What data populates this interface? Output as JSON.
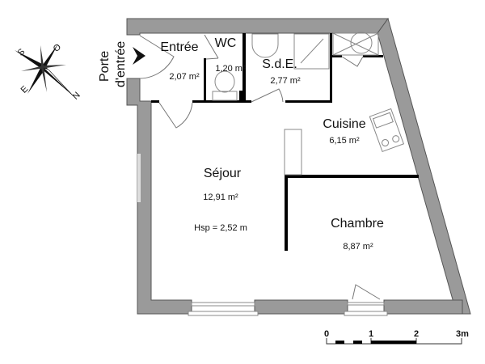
{
  "compass": {
    "north": "N",
    "south": "S",
    "east": "E",
    "west": "O"
  },
  "entrance": {
    "line1": "Porte",
    "line2": "d'entrée"
  },
  "rooms": {
    "entree": {
      "name": "Entrée",
      "area": "2,07 m²"
    },
    "wc": {
      "name": "WC",
      "area": "1,20 m²"
    },
    "sde": {
      "name": "S.d.E.",
      "area": "2,77 m²"
    },
    "cuisine": {
      "name": "Cuisine",
      "area": "6,15 m²"
    },
    "sejour": {
      "name": "Séjour",
      "area": "12,91 m²",
      "ceiling": "Hsp = 2,52 m"
    },
    "chambre": {
      "name": "Chambre",
      "area": "8,87 m²"
    }
  },
  "scale": {
    "ticks": [
      "0",
      "1",
      "2",
      "3m"
    ]
  },
  "colors": {
    "wall": "#9a9a9a",
    "partition": "#000000"
  }
}
